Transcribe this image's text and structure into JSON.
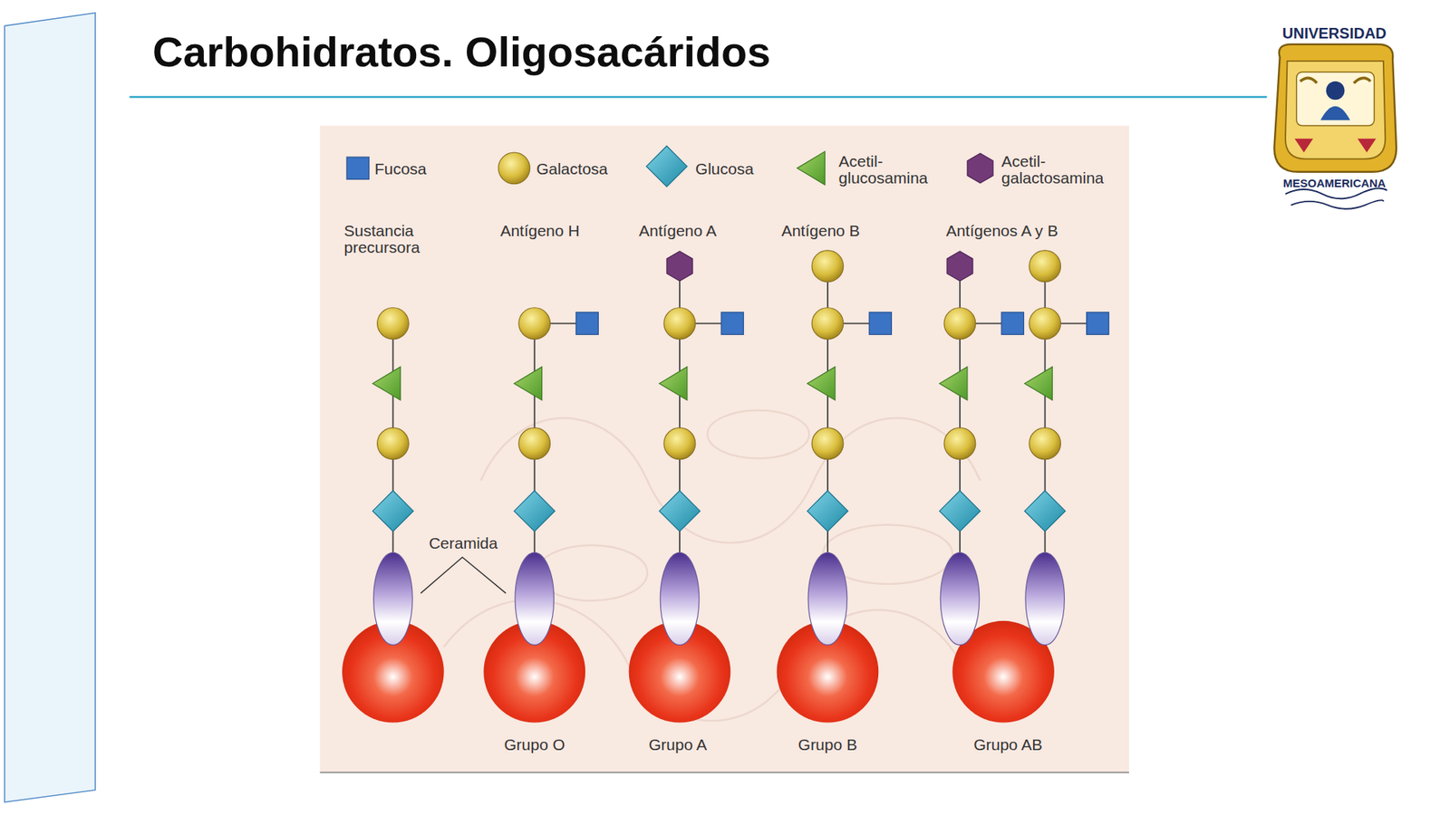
{
  "diagram": {
    "title": "Carbohidratos. Oligosacáridos",
    "labels": [
      "UNIVERSIDAD",
      "MESOAMERICANA",
      "Sustancia precursora",
      "Antígeno H",
      "Antígeno A",
      "Antígeno B",
      "Antígenos A y B",
      "Ceramida",
      "Grupo O",
      "Grupo A",
      "Grupo B",
      "Grupo AB"
    ],
    "legend": [
      {
        "text": "Fucosa"
      },
      {
        "text": "Galactosa"
      },
      {
        "text": "Glucosa"
      },
      {
        "text": "Acetil- glucosamina"
      },
      {
        "text": "Acetil- galactosamina"
      }
    ]
  }
}
